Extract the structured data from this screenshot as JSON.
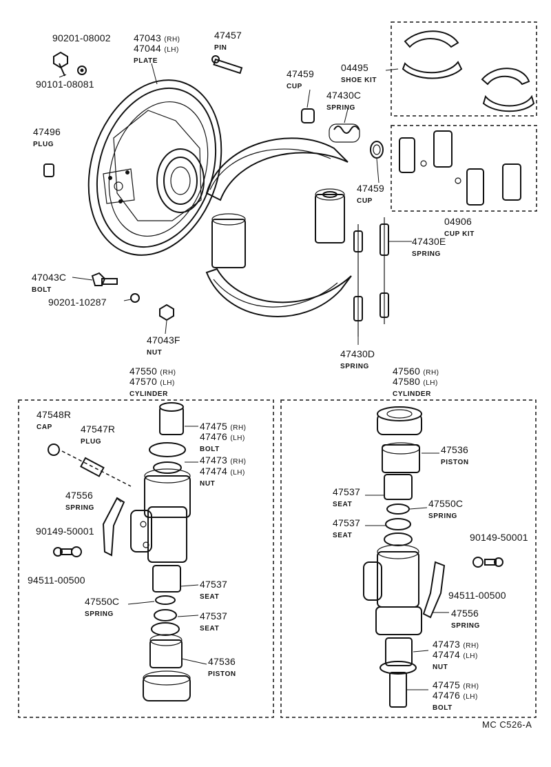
{
  "diagram": {
    "ref_code": "MC  C526-A",
    "labels": [
      {
        "id": "l1",
        "pn": "90201-08002"
      },
      {
        "id": "l2",
        "pn": "47043",
        "side": "(RH)"
      },
      {
        "id": "l3",
        "pn": "47044",
        "side": "(LH)",
        "name": "PLATE"
      },
      {
        "id": "l4",
        "pn": "47457",
        "name": "PIN"
      },
      {
        "id": "l5",
        "pn": "90101-08081"
      },
      {
        "id": "l6",
        "pn": "47459",
        "name": "CUP"
      },
      {
        "id": "l7",
        "pn": "04495",
        "name": "SHOE KIT"
      },
      {
        "id": "l8",
        "pn": "47430C",
        "name": "SPRING"
      },
      {
        "id": "l9",
        "pn": "47496",
        "name": "PLUG"
      },
      {
        "id": "l10",
        "pn": "47459",
        "name": "CUP"
      },
      {
        "id": "l11",
        "pn": "04906",
        "name": "CUP KIT"
      },
      {
        "id": "l12",
        "pn": "47430E",
        "name": "SPRING"
      },
      {
        "id": "l13",
        "pn": "47043C",
        "name": "BOLT"
      },
      {
        "id": "l14",
        "pn": "90201-10287"
      },
      {
        "id": "l15",
        "pn": "47043F",
        "name": "NUT"
      },
      {
        "id": "l16",
        "pn": "47430D",
        "name": "SPRING"
      },
      {
        "id": "l17",
        "pn": "47550",
        "side": "(RH)"
      },
      {
        "id": "l18",
        "pn": "47570",
        "side": "(LH)",
        "name": "CYLINDER"
      },
      {
        "id": "l19",
        "pn": "47560",
        "side": "(RH)"
      },
      {
        "id": "l20",
        "pn": "47580",
        "side": "(LH)",
        "name": "CYLINDER"
      },
      {
        "id": "l21",
        "pn": "47548R",
        "name": "CAP"
      },
      {
        "id": "l22",
        "pn": "47547R",
        "name": "PLUG"
      },
      {
        "id": "l23",
        "pn": "47475",
        "side": "(RH)"
      },
      {
        "id": "l24",
        "pn": "47476",
        "side": "(LH)",
        "name": "BOLT"
      },
      {
        "id": "l25",
        "pn": "47473",
        "side": "(RH)"
      },
      {
        "id": "l26",
        "pn": "47474",
        "side": "(LH)",
        "name": "NUT"
      },
      {
        "id": "l27",
        "pn": "47536",
        "name": "PISTON"
      },
      {
        "id": "l28",
        "pn": "47556",
        "name": "SPRING"
      },
      {
        "id": "l29",
        "pn": "47537",
        "name": "SEAT"
      },
      {
        "id": "l30",
        "pn": "47550C",
        "name": "SPRING"
      },
      {
        "id": "l31",
        "pn": "90149-50001"
      },
      {
        "id": "l32",
        "pn": "47537",
        "name": "SEAT"
      },
      {
        "id": "l33",
        "pn": "90149-50001"
      },
      {
        "id": "l34",
        "pn": "94511-00500"
      },
      {
        "id": "l35",
        "pn": "47537",
        "name": "SEAT"
      },
      {
        "id": "l36",
        "pn": "47550C",
        "name": "SPRING"
      },
      {
        "id": "l37",
        "pn": "94511-00500"
      },
      {
        "id": "l38",
        "pn": "47537",
        "name": "SEAT"
      },
      {
        "id": "l39",
        "pn": "47556",
        "name": "SPRING"
      },
      {
        "id": "l40",
        "pn": "47536",
        "name": "PISTON"
      },
      {
        "id": "l41",
        "pn": "47473",
        "side": "(RH)"
      },
      {
        "id": "l42",
        "pn": "47474",
        "side": "(LH)",
        "name": "NUT"
      },
      {
        "id": "l43",
        "pn": "47475",
        "side": "(RH)"
      },
      {
        "id": "l44",
        "pn": "47476",
        "side": "(LH)",
        "name": "BOLT"
      }
    ]
  }
}
